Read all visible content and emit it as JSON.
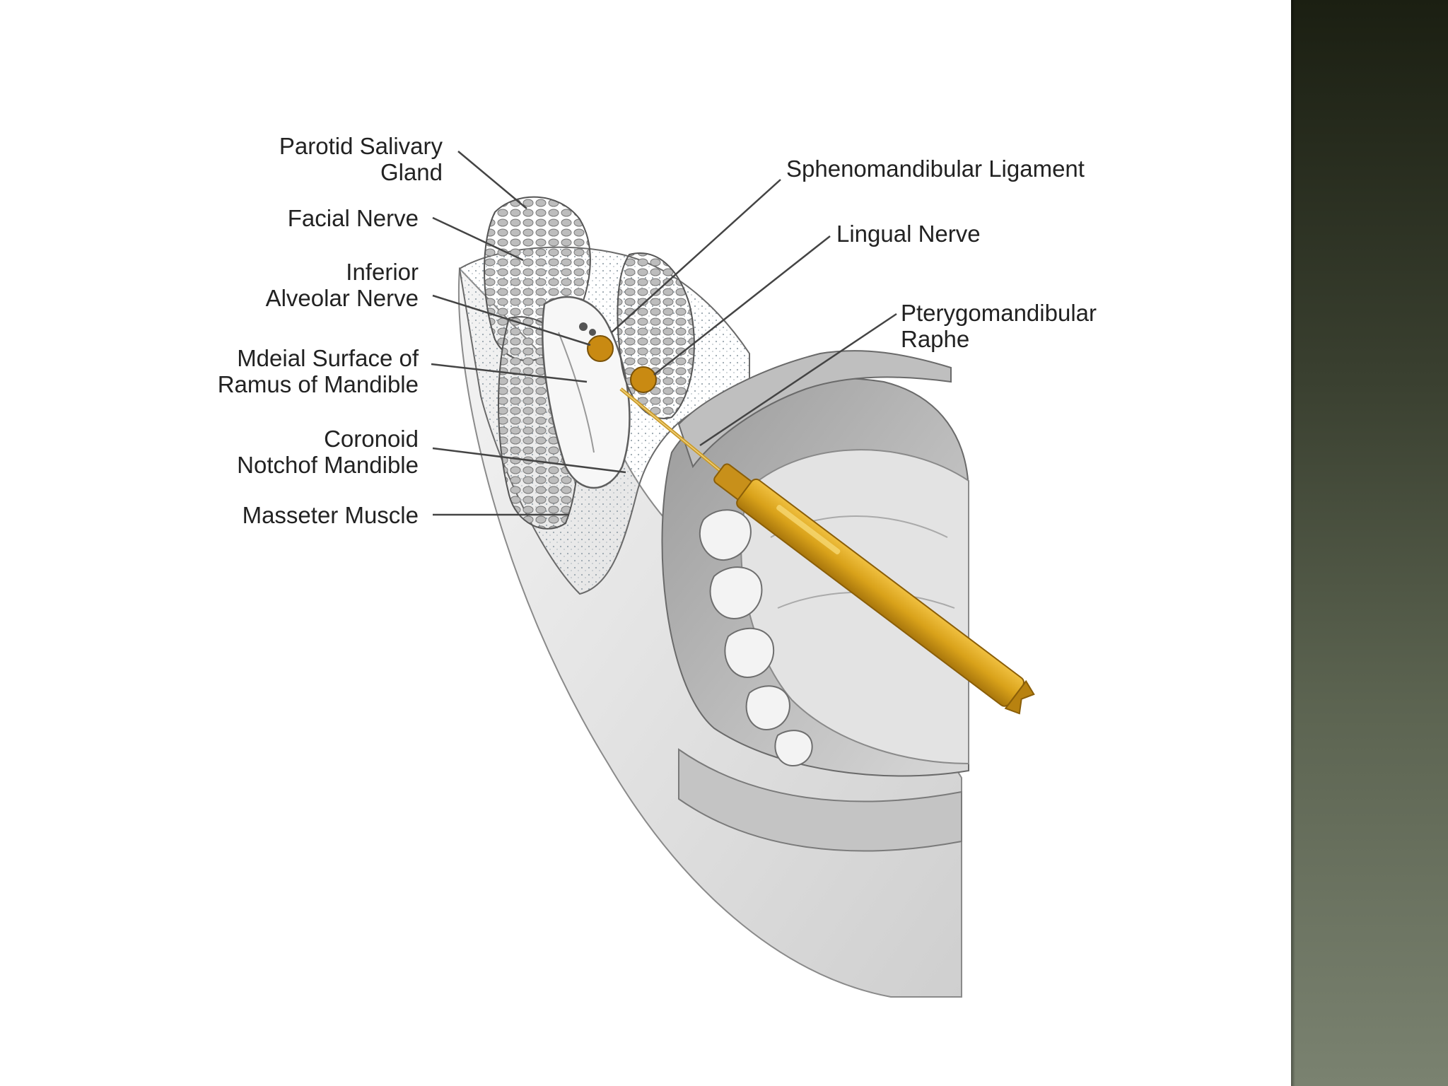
{
  "labels": {
    "parotid": [
      "Parotid Salivary",
      "Gland"
    ],
    "facial_nerve": [
      "Facial Nerve"
    ],
    "inferior_alveolar": [
      "Inferior",
      "Alveolar Nerve"
    ],
    "medial_surface": [
      "Mdeial Surface of",
      "Ramus of Mandible"
    ],
    "coronoid": [
      "Coronoid",
      "Notchof Mandible"
    ],
    "masseter": [
      "Masseter Muscle"
    ],
    "sphenomandibular": [
      "Sphenomandibular Ligament"
    ],
    "lingual_nerve": [
      "Lingual Nerve"
    ],
    "pterygomandibular": [
      "Pterygomandibular",
      "Raphe"
    ]
  },
  "colors": {
    "syringe": "#d9a21a",
    "syringe_dark": "#a8760c",
    "nerve": "#c98a12",
    "tissue": "#e6e6e6",
    "outline": "#6a6a6a",
    "side_band": "#3a4030"
  },
  "icons": {
    "syringe": "syringe-icon",
    "tooth": "tooth-icon"
  }
}
